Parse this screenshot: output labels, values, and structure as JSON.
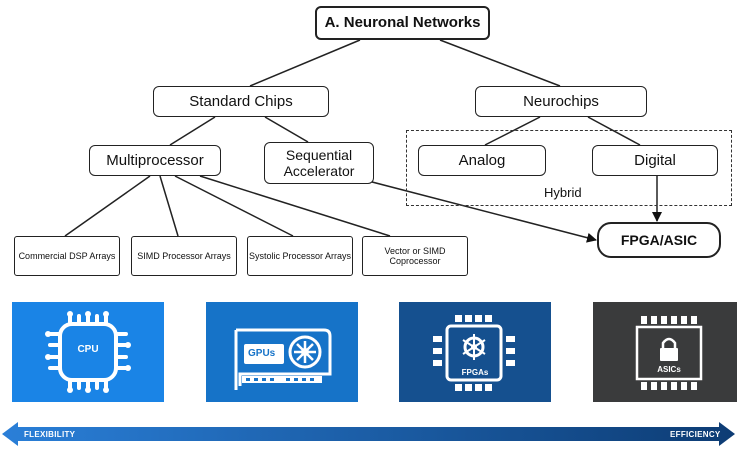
{
  "diagram": {
    "root": "A. Neuronal Networks",
    "standard_chips": "Standard Chips",
    "neurochips": "Neurochips",
    "multiprocessor": "Multiprocessor",
    "sequential_accelerator": "Sequential Accelerator",
    "analog": "Analog",
    "digital": "Digital",
    "hybrid": "Hybrid",
    "fpga_asic": "FPGA/ASIC",
    "leaves": [
      "Commercial DSP Arrays",
      "SIMD Processor Arrays",
      "Systolic Processor Arrays",
      "Vector or SIMD Coprocessor"
    ]
  },
  "tiles": [
    {
      "label": "CPU",
      "icon": "cpu-chip-icon",
      "color": "#1a84e6"
    },
    {
      "label": "GPUs",
      "icon": "gpu-card-icon",
      "color": "#1673c8"
    },
    {
      "label": "FPGAs",
      "icon": "fpga-chip-icon",
      "color": "#15508f"
    },
    {
      "label": "ASICs",
      "icon": "asic-chip-icon",
      "color": "#3a3b3c"
    }
  ],
  "spectrum": {
    "left_label": "FLEXIBILITY",
    "right_label": "EFFICIENCY",
    "color_start": "#2a7fd8",
    "color_end": "#0d3c74"
  }
}
